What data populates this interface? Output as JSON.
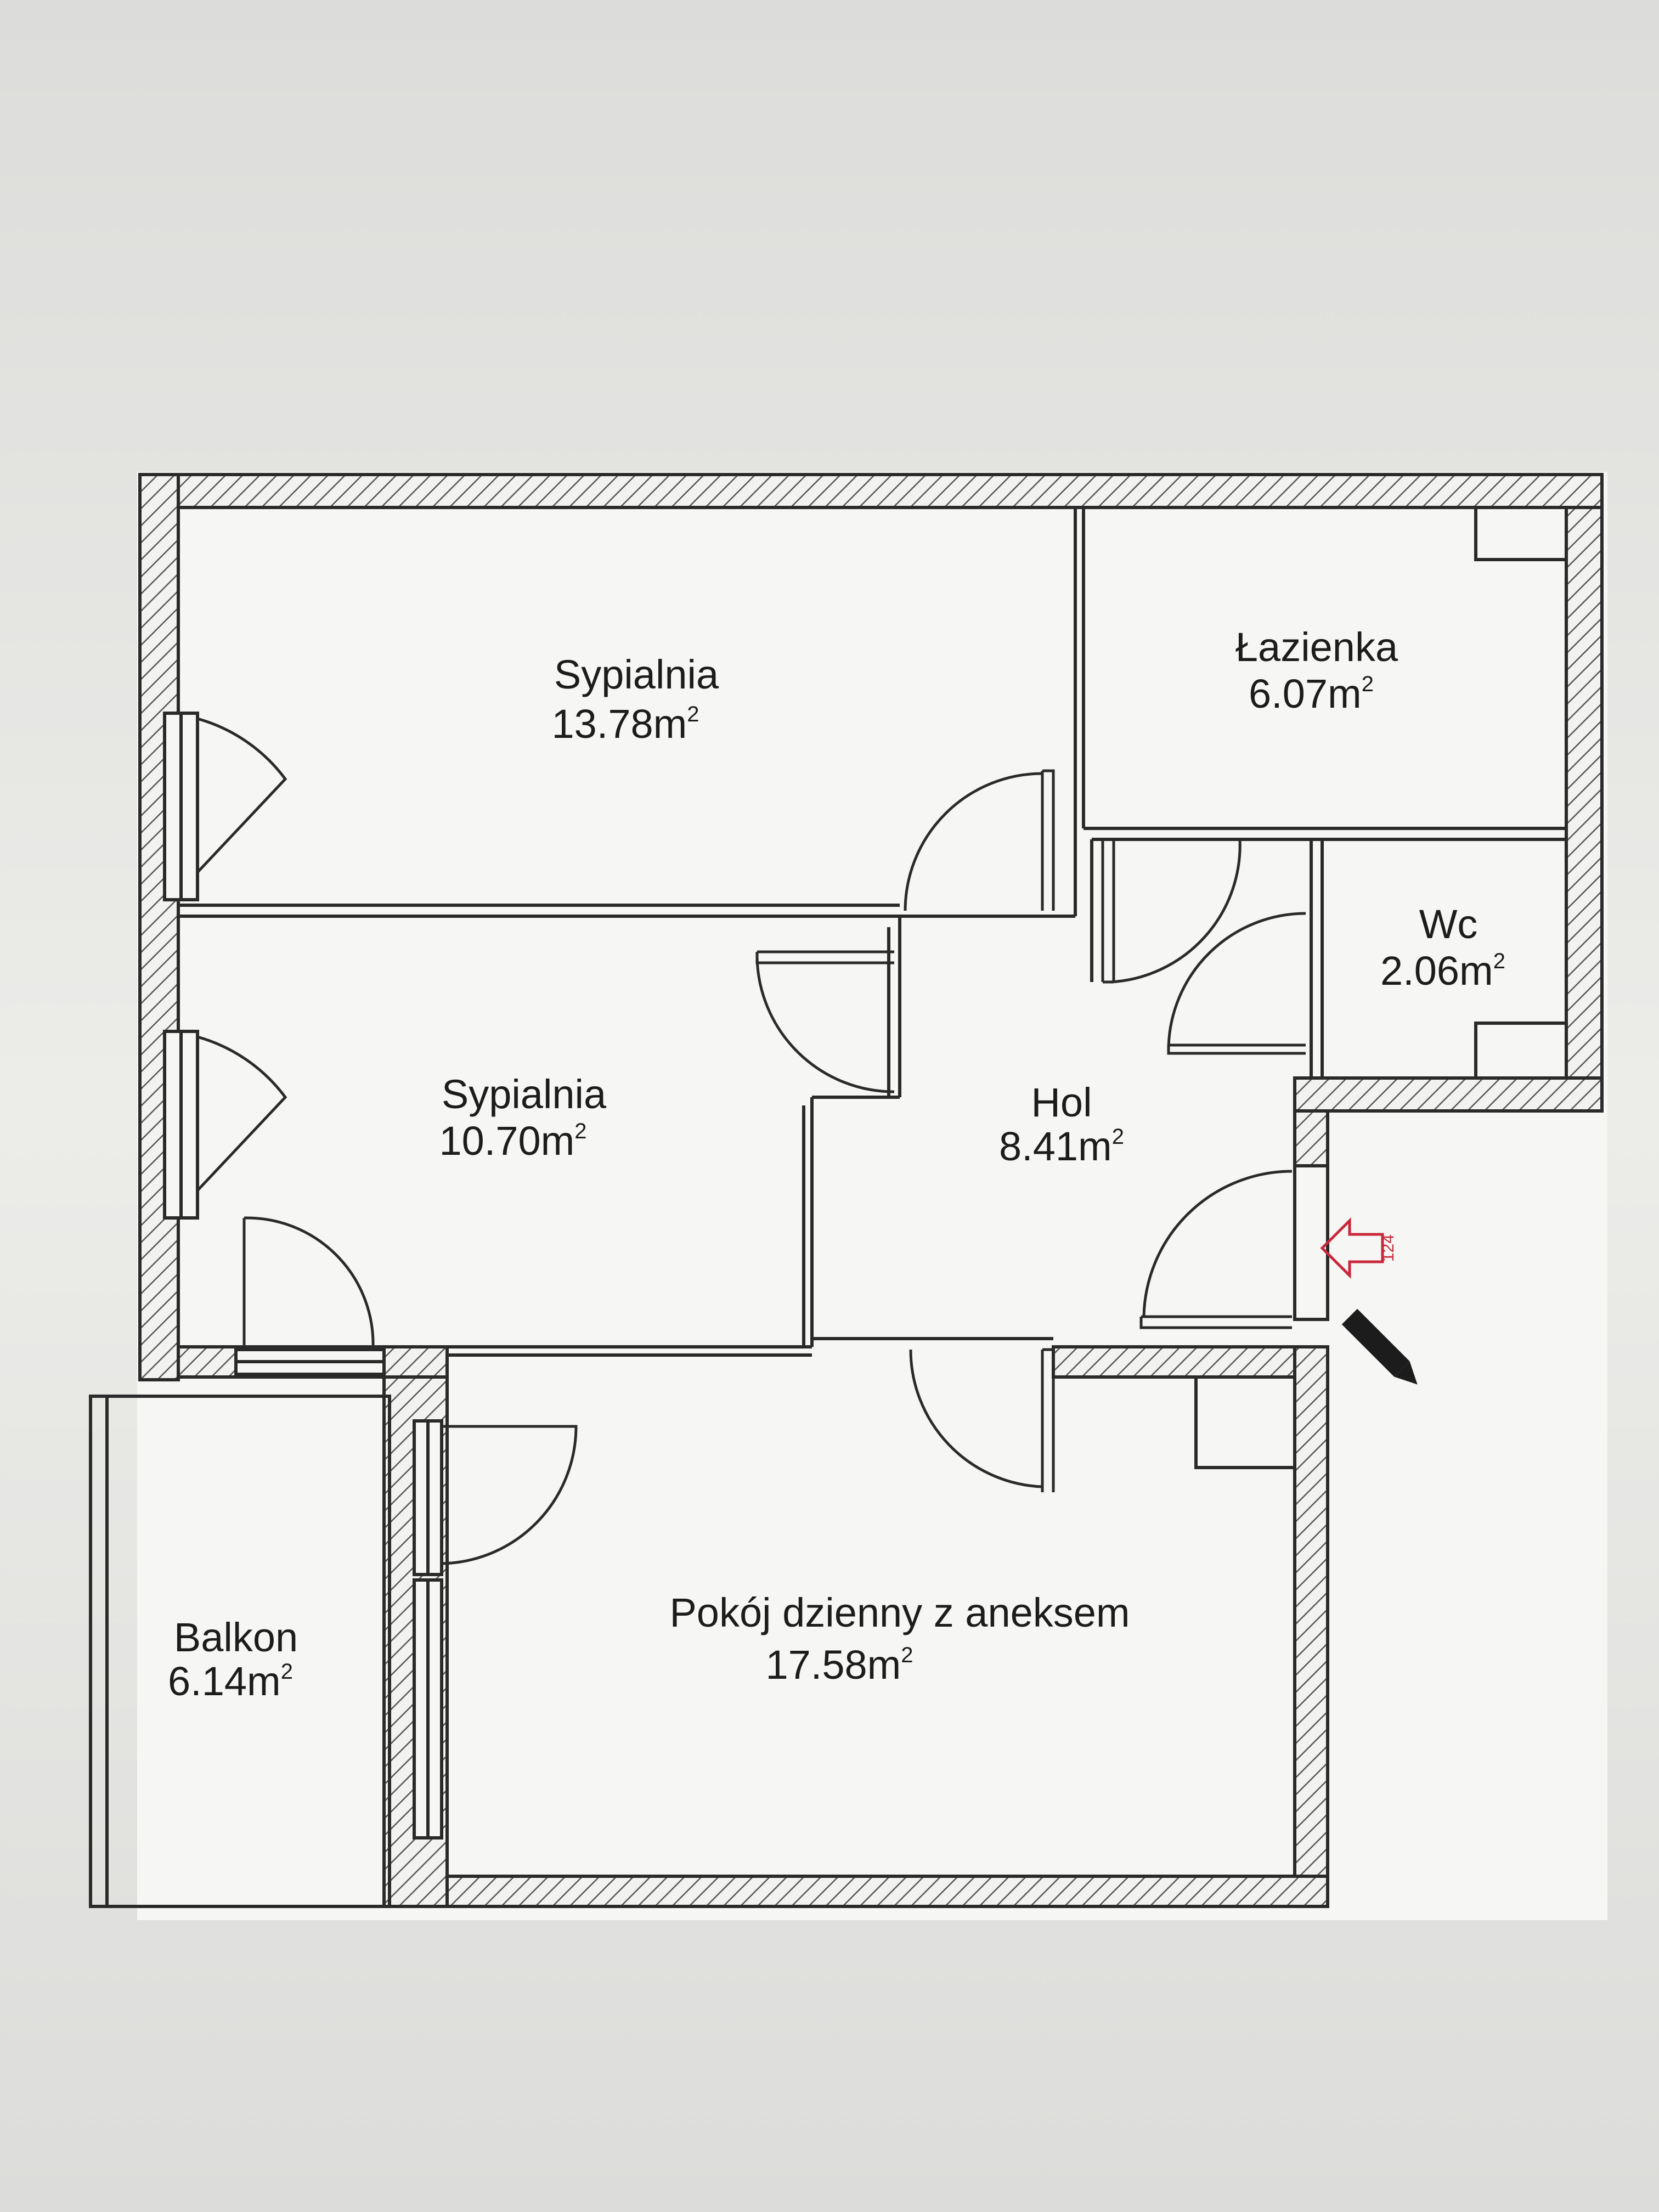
{
  "plan": {
    "rooms": [
      {
        "id": "sypialnia-1",
        "name": "Sypialnia",
        "area": "13.78m",
        "unit_sup": "2"
      },
      {
        "id": "lazienka",
        "name": "Łazienka",
        "area": "6.07m",
        "unit_sup": "2"
      },
      {
        "id": "wc",
        "name": "Wc",
        "area": "2.06m",
        "unit_sup": "2"
      },
      {
        "id": "sypialnia-2",
        "name": "Sypialnia",
        "area": "10.70m",
        "unit_sup": "2"
      },
      {
        "id": "hol",
        "name": "Hol",
        "area": "8.41m",
        "unit_sup": "2"
      },
      {
        "id": "pokoj-dzienny",
        "name": "Pokój dzienny z aneksem",
        "area": "17.58m",
        "unit_sup": "2"
      },
      {
        "id": "balkon",
        "name": "Balkon",
        "area": "6.14m",
        "unit_sup": "2"
      }
    ],
    "entrance_marker": "124",
    "icons": [
      "pencil-icon",
      "entrance-arrow-icon"
    ],
    "colors": {
      "background": "#e6e6e4",
      "paper": "#f4f4f2",
      "wall": "#2a2a2a",
      "hatch": "#5a5a5a",
      "marker": "#c8283a"
    }
  }
}
